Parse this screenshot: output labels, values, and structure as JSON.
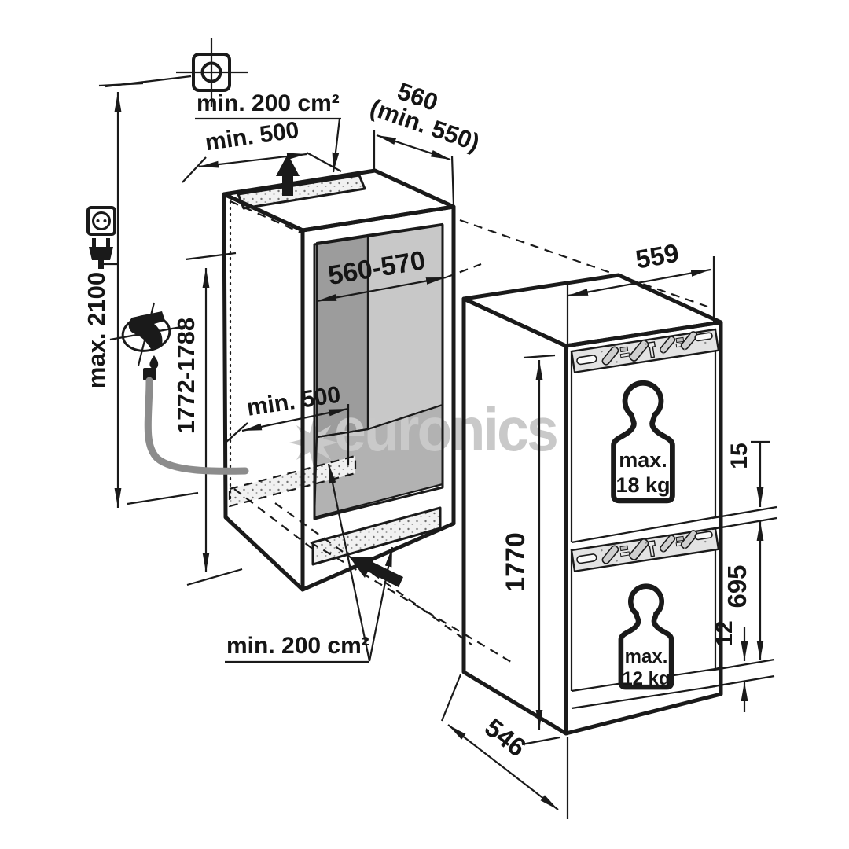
{
  "watermark": {
    "brand": "euronics"
  },
  "niche": {
    "overall_height": "max. 2100",
    "height": "1772-1788",
    "width": "560-570",
    "depth": "560",
    "depth_min": "(min. 550)",
    "top_vent_area": "min. 200 cm²",
    "top_vent_width": "min. 500",
    "floor_vent_width": "min. 500",
    "bottom_vent_area": "min. 200 cm²"
  },
  "appliance": {
    "width": "559",
    "height": "1770",
    "depth": "546",
    "top_gap": "15",
    "lower_door_height": "695",
    "bottom_gap": "12",
    "upper_door_load": {
      "prefix": "max.",
      "value": "18 kg"
    },
    "lower_door_load": {
      "prefix": "max.",
      "value": "12 kg"
    }
  },
  "icons": {
    "junction_box": "junction-box-icon",
    "socket": "power-socket-icon",
    "plug": "power-plug-icon",
    "water_tap": "water-tap-icon",
    "water_drop": "water-drop-icon",
    "hose": "drain-hose",
    "air_out": "airflow-up-arrow",
    "air_in": "airflow-in-arrow"
  },
  "colors": {
    "line": "#1a1a1a",
    "back_wall": "#9c9c9c",
    "side_wall": "#c8c8c8",
    "floor": "#b2b2b2",
    "hinge_strip": "#e3e3e3",
    "vent": "#f1f1f1",
    "watermark": "#c9c9c9"
  }
}
